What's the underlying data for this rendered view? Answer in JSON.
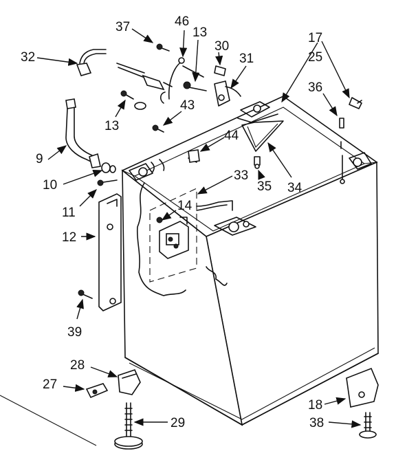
{
  "diagram": {
    "callouts": [
      {
        "id": "c37",
        "text": "37"
      },
      {
        "id": "c46",
        "text": "46"
      },
      {
        "id": "c13a",
        "text": "13"
      },
      {
        "id": "c30",
        "text": "30"
      },
      {
        "id": "c31",
        "text": "31"
      },
      {
        "id": "c17",
        "text": "17"
      },
      {
        "id": "c25",
        "text": "25"
      },
      {
        "id": "c32",
        "text": "32"
      },
      {
        "id": "c36",
        "text": "36"
      },
      {
        "id": "c13b",
        "text": "13"
      },
      {
        "id": "c43",
        "text": "43"
      },
      {
        "id": "c44",
        "text": "44"
      },
      {
        "id": "c9",
        "text": "9"
      },
      {
        "id": "c10",
        "text": "10"
      },
      {
        "id": "c33",
        "text": "33"
      },
      {
        "id": "c35",
        "text": "35"
      },
      {
        "id": "c34",
        "text": "34"
      },
      {
        "id": "c11",
        "text": "11"
      },
      {
        "id": "c14",
        "text": "14"
      },
      {
        "id": "c12",
        "text": "12"
      },
      {
        "id": "c39",
        "text": "39"
      },
      {
        "id": "c28",
        "text": "28"
      },
      {
        "id": "c27",
        "text": "27"
      },
      {
        "id": "c18",
        "text": "18"
      },
      {
        "id": "c29",
        "text": "29"
      },
      {
        "id": "c38",
        "text": "38"
      }
    ]
  }
}
